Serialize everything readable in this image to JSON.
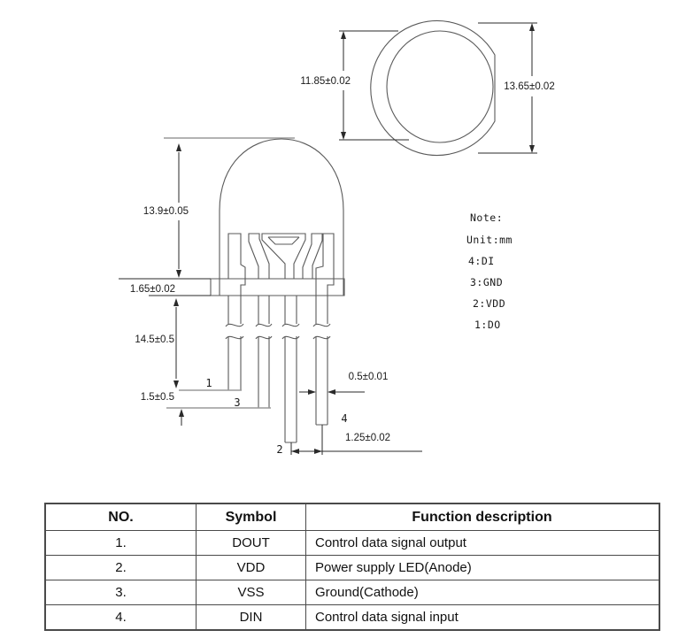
{
  "drawing": {
    "top_view": {
      "vertical_dim": "11.85±0.02",
      "overall_dim": "13.65±0.02"
    },
    "side_view": {
      "body_height": "13.9±0.05",
      "flange_thickness": "1.65±0.02",
      "lead_length": "14.5±0.5",
      "lead_stagger": "1.5±0.5",
      "lead_width": "0.5±0.01",
      "lead_pitch": "1.25±0.02",
      "pin1_label": "1",
      "pin2_label": "2",
      "pin3_label": "3",
      "pin4_label": "4"
    },
    "notes": {
      "title": "Note:",
      "unit": "Unit:mm",
      "line4": "4:DI",
      "line3": "3:GND",
      "line2": "2:VDD",
      "line1": "1:DO"
    }
  },
  "pin_table": {
    "headers": [
      "NO.",
      "Symbol",
      "Function description"
    ],
    "rows": [
      [
        "1.",
        "DOUT",
        "Control data signal output"
      ],
      [
        "2.",
        "VDD",
        "Power supply LED(Anode)"
      ],
      [
        "3.",
        "VSS",
        "Ground(Cathode)"
      ],
      [
        "4.",
        "DIN",
        "Control data signal input"
      ]
    ]
  }
}
